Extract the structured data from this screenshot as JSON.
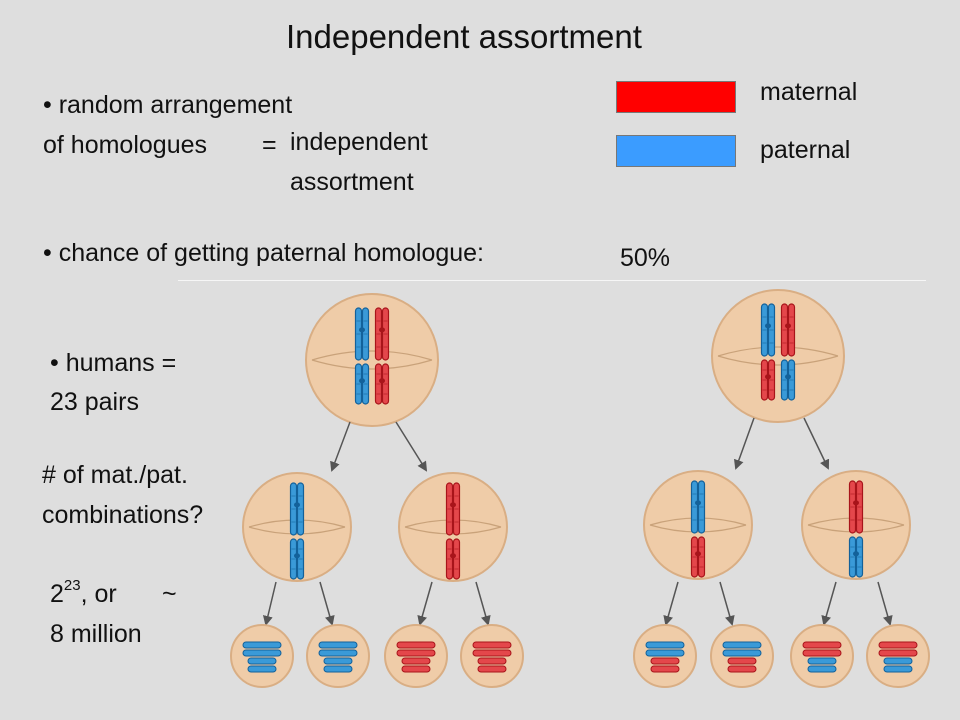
{
  "title": "Independent assortment",
  "legend": {
    "maternal_label": "maternal",
    "paternal_label": "paternal",
    "maternal_color": "#ff0000",
    "paternal_color": "#3b9cff"
  },
  "bullets": {
    "b1_line1": "• random arrangement",
    "b1_line2": "of homologues",
    "equals": "=",
    "result_line1": "independent",
    "result_line2": "assortment",
    "b2": "• chance of getting paternal homologue:",
    "b2_value": "50%",
    "humans_line1": "• humans =",
    "humans_line2": "23 pairs",
    "q_line1": "# of mat./pat.",
    "q_line2": "combinations?",
    "ans_base": "2",
    "ans_exp": "23",
    "ans_rest": ", or",
    "ans_tilde": "~",
    "ans_line2": "8 million"
  },
  "diagram": {
    "cell_color": "#efcca8",
    "parents": [
      {
        "top_pair": [
          "paternal",
          "maternal"
        ],
        "bottom_pair": [
          "paternal",
          "maternal"
        ]
      },
      {
        "top_pair": [
          "paternal",
          "maternal"
        ],
        "bottom_pair": [
          "maternal",
          "paternal"
        ]
      }
    ],
    "daughters": [
      {
        "top": "paternal",
        "bottom": "paternal"
      },
      {
        "top": "maternal",
        "bottom": "maternal"
      },
      {
        "top": "paternal",
        "bottom": "maternal"
      },
      {
        "top": "maternal",
        "bottom": "paternal"
      }
    ],
    "gametes": [
      [
        "paternal",
        "paternal"
      ],
      [
        "paternal",
        "paternal"
      ],
      [
        "maternal",
        "maternal"
      ],
      [
        "maternal",
        "maternal"
      ],
      [
        "paternal",
        "maternal"
      ],
      [
        "paternal",
        "maternal"
      ],
      [
        "maternal",
        "paternal"
      ],
      [
        "maternal",
        "paternal"
      ]
    ]
  }
}
